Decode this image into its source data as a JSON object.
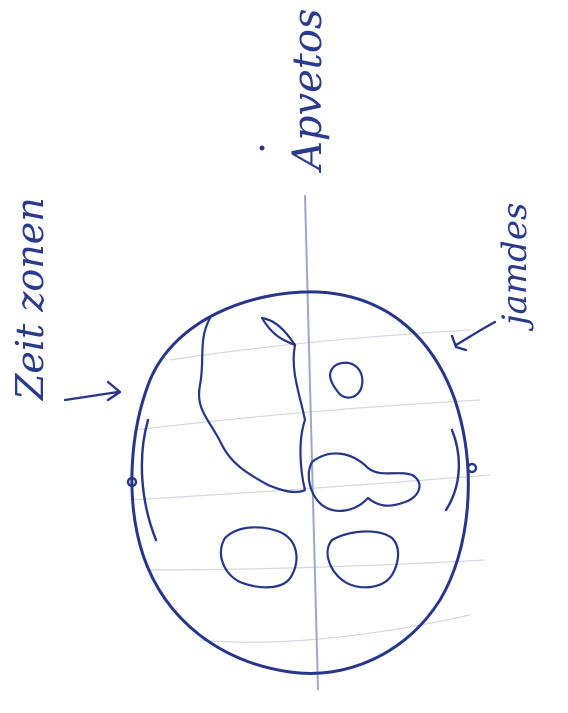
{
  "labels": {
    "axis": "Apvetos",
    "time_zones": "Zeit zonen",
    "bands": "jamdes"
  },
  "colors": {
    "ink": "#2a3a8c",
    "pencil": "#b8bcc8",
    "axis_line": "#9aa8d0"
  }
}
